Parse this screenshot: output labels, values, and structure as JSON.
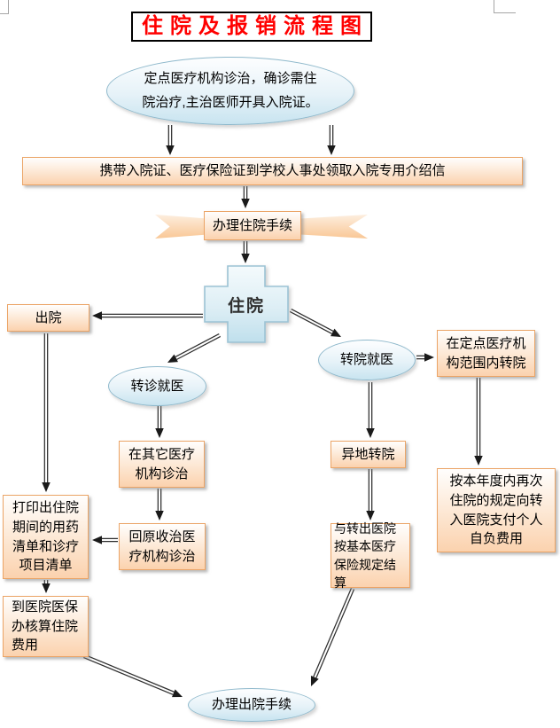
{
  "title": {
    "text": "住院及报销流程图",
    "color": "#FF0000"
  },
  "colors": {
    "title_red": "#FF0000",
    "process_box_border": "#EBA466",
    "process_box_fill": "#FBD5B5",
    "terminal_border": "#8FB9CC",
    "terminal_fill": "#C8E4F0",
    "arrow": "#2E2E2E"
  },
  "nodes": {
    "start": {
      "shape": "ellipse",
      "label": "定点医疗机构诊治，确诊需住院治疗,主治医师开具入院证。"
    },
    "intro_letter": {
      "shape": "rect",
      "label": "携带入院证、医疗保险证到学校人事处领取入院专用介绍信"
    },
    "admission_procedure": {
      "shape": "ribbon",
      "label": "办理住院手续"
    },
    "hospitalization": {
      "shape": "cross",
      "label": "住院"
    },
    "discharge": {
      "shape": "rect",
      "label": "出院"
    },
    "referral": {
      "shape": "ellipse",
      "label": "转诊就医"
    },
    "transfer": {
      "shape": "ellipse",
      "label": "转院就医"
    },
    "transfer_in_network": {
      "shape": "rect",
      "label": "在定点医疗机构范围内转院"
    },
    "other_institution": {
      "shape": "rect",
      "label": "在其它医疗机构诊治"
    },
    "remote_transfer": {
      "shape": "rect",
      "label": "异地转院"
    },
    "return_original": {
      "shape": "rect",
      "label": "回原收治医疗机构诊治"
    },
    "pay_self": {
      "shape": "rect",
      "label": "按本年度内再次住院的规定向转入医院支付个人自负费用"
    },
    "settlement": {
      "shape": "rect",
      "label": "与转出医院按基本医疗保险规定结算"
    },
    "print_lists": {
      "shape": "rect",
      "label": "打印出住院期间的用药清单和诊疗项目清单"
    },
    "medicare_office": {
      "shape": "rect",
      "label": "到医院医保办核算住院费用"
    },
    "discharge_procedure": {
      "shape": "ellipse",
      "label": "办理出院手续"
    }
  },
  "edges": [
    {
      "from": "start",
      "to": "intro_letter",
      "side": "left"
    },
    {
      "from": "start",
      "to": "intro_letter",
      "side": "right"
    },
    {
      "from": "intro_letter",
      "to": "admission_procedure"
    },
    {
      "from": "admission_procedure",
      "to": "hospitalization"
    },
    {
      "from": "hospitalization",
      "to": "discharge"
    },
    {
      "from": "hospitalization",
      "to": "referral"
    },
    {
      "from": "hospitalization",
      "to": "transfer"
    },
    {
      "from": "transfer",
      "to": "transfer_in_network"
    },
    {
      "from": "referral",
      "to": "other_institution"
    },
    {
      "from": "other_institution",
      "to": "return_original"
    },
    {
      "from": "return_original",
      "to": "print_lists"
    },
    {
      "from": "transfer",
      "to": "remote_transfer"
    },
    {
      "from": "transfer_in_network",
      "to": "pay_self"
    },
    {
      "from": "remote_transfer",
      "to": "settlement"
    },
    {
      "from": "discharge",
      "to": "print_lists"
    },
    {
      "from": "print_lists",
      "to": "medicare_office"
    },
    {
      "from": "medicare_office",
      "to": "discharge_procedure"
    },
    {
      "from": "settlement",
      "to": "discharge_procedure"
    }
  ]
}
